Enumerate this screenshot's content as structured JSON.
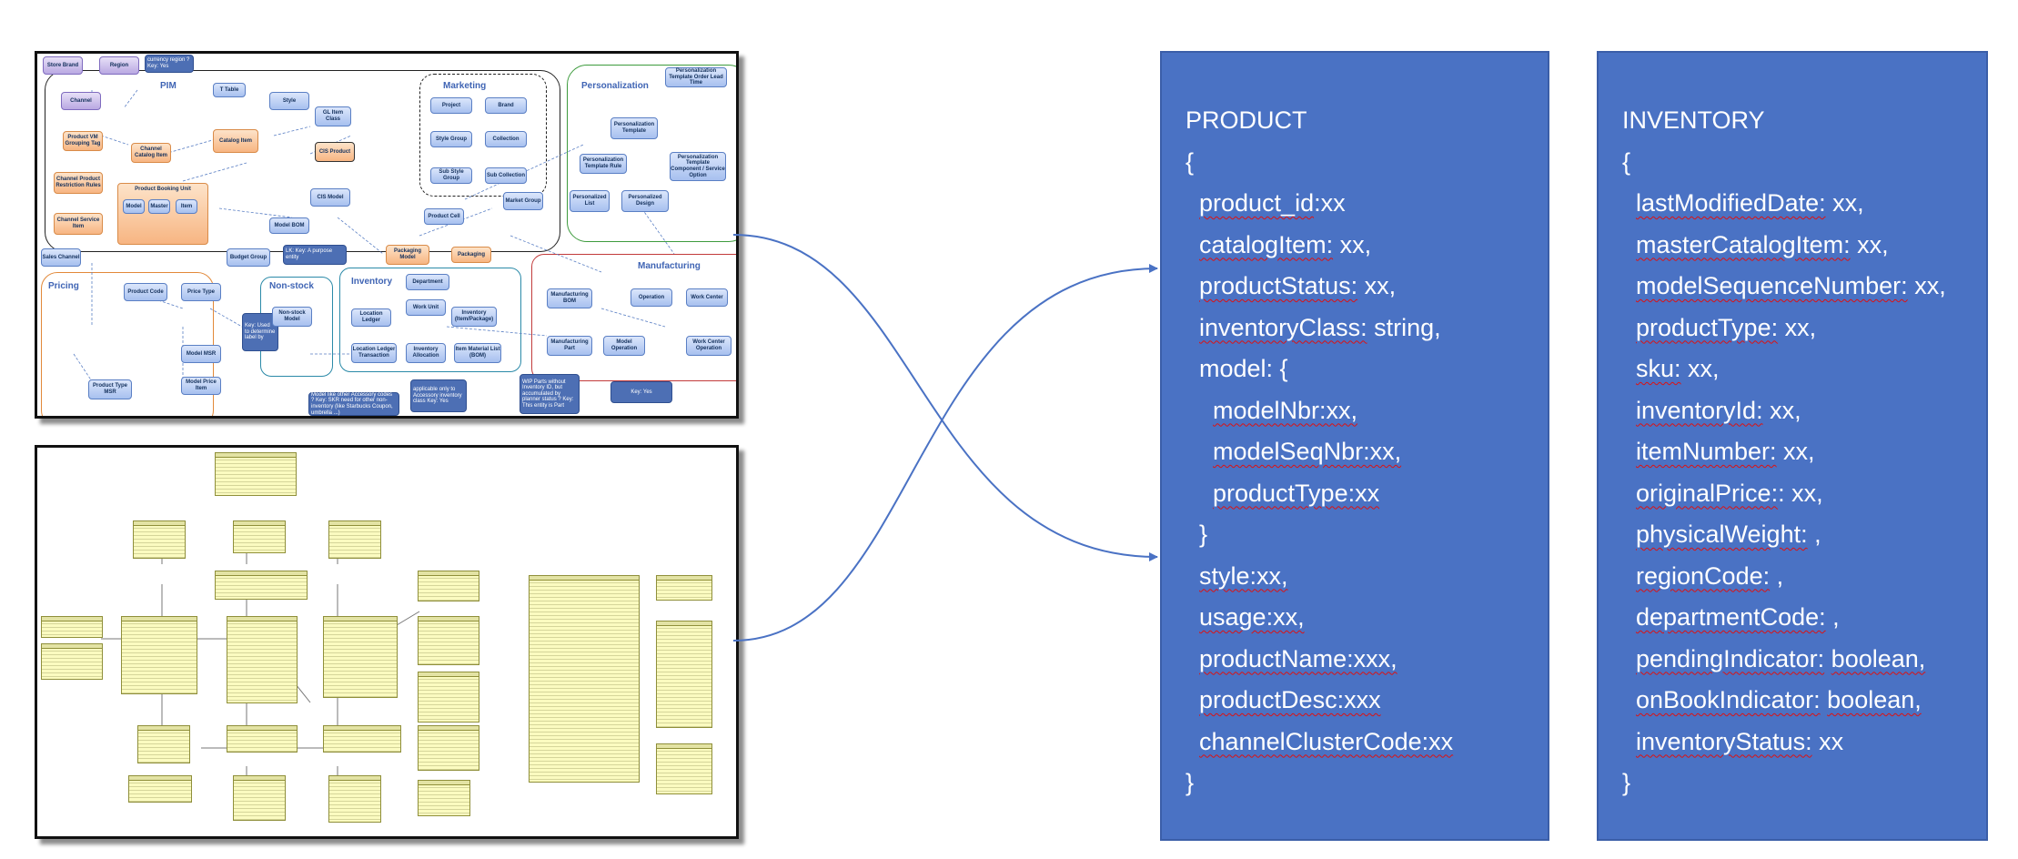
{
  "pim_diagram": {
    "groups": {
      "pim": "PIM",
      "marketing": "Marketing",
      "personalization": "Personalization",
      "pricing": "Pricing",
      "nonstock": "Non-stock",
      "inventory": "Inventory",
      "manufacturing": "Manufacturing"
    },
    "boxes": {
      "store_brand": "Store Brand",
      "region": "Region",
      "channel": "Channel",
      "product_vm": "Product VM Grouping Tag",
      "channel_catalog_item": "Channel Catalog Item",
      "channel_product_rules": "Channel Product Restriction Rules",
      "channel_service_item": "Channel Service Item",
      "product_booking_unit": "Product Booking Unit",
      "model_sub": "Model",
      "master": "Master",
      "sub_item": "Item",
      "t_table": "T Table",
      "style": "Style",
      "catalog_item": "Catalog Item",
      "gl_item_class": "GL Item Class",
      "cis_product": "CIS Product",
      "cis_model": "CIS Model",
      "model_bom": "Model BOM",
      "product_cell": "Product Cell",
      "packaging_model": "Packaging Model",
      "packaging": "Packaging",
      "project": "Project",
      "brand": "Brand",
      "style_group": "Style Group",
      "collection": "Collection",
      "sub_style_group": "Sub Style Group",
      "sub_collection": "Sub Collection",
      "market_group": "Market Group",
      "pers_template_lead": "Personalization Template Order Lead Time",
      "pers_template": "Personalization Template",
      "pers_template_rule": "Personalization Template Rule",
      "pers_component": "Personalization Template Component / Service Option",
      "personalized_list": "Personalized List",
      "personalized_design": "Personalized Design",
      "sales_channel": "Sales Channel",
      "budget_group": "Budget Group",
      "product_code": "Product Code",
      "price_type": "Price Type",
      "model_msr": "Model MSR",
      "model_price_item": "Model Price Item",
      "product_type_msr": "Product Type MSR",
      "nonstock_model": "Non-stock Model",
      "department": "Department",
      "work_unit": "Work Unit",
      "location_ledger": "Location Ledger",
      "inventory_item": "Inventory (Item/Package)",
      "location_ledger_tx": "Location Ledger Transaction",
      "inventory_alloc": "Inventory Allocation",
      "item_material_list": "Item Material List (BOM)",
      "mfg_bom": "Manufacturing BOM",
      "operation": "Operation",
      "work_center": "Work Center",
      "mfg_part": "Manufacturing Part",
      "model_operation": "Model Operation",
      "work_center_operation": "Work Center Operation"
    },
    "notes": {
      "region_note": "currency region ? Key: Yes",
      "lk_note": "LK: Key: A purpose entity",
      "nonstock_note": "Model like other Accessory codes ? Key: SKR need for other non-inventory (like Starbucks Coupon, umbrella ...)",
      "inventory_note": "applicable only to Accessory inventory class Key: Yes",
      "wip_note": "WIP Parts without Inventory ID, but accumulated by planner status ? Key: This entity is Part",
      "mfg_note": "Key: Yes",
      "pricing_note": "Key: Used to determine label by"
    }
  },
  "product_card": {
    "lines": [
      {
        "indent": 0,
        "parts": [
          {
            "t": "PRODUCT"
          }
        ]
      },
      {
        "indent": 0,
        "parts": [
          {
            "t": "{"
          }
        ]
      },
      {
        "indent": 1,
        "parts": [
          {
            "t": "product_id",
            "sq": true
          },
          {
            "t": ":xx"
          }
        ]
      },
      {
        "indent": 1,
        "parts": [
          {
            "t": "catalogItem:",
            "sq": true
          },
          {
            "t": " xx,"
          }
        ]
      },
      {
        "indent": 1,
        "parts": [
          {
            "t": "productStatus:",
            "sq": true
          },
          {
            "t": " xx,"
          }
        ]
      },
      {
        "indent": 1,
        "parts": [
          {
            "t": "inventoryClass:",
            "sq": true
          },
          {
            "t": " string,"
          }
        ]
      },
      {
        "indent": 1,
        "parts": [
          {
            "t": "model: {"
          }
        ]
      },
      {
        "indent": 2,
        "parts": [
          {
            "t": "modelNbr:xx,",
            "sq": true
          }
        ]
      },
      {
        "indent": 2,
        "parts": [
          {
            "t": "modelSeqNbr:xx,",
            "sq": true
          }
        ]
      },
      {
        "indent": 2,
        "parts": [
          {
            "t": "productType:xx",
            "sq": true
          }
        ]
      },
      {
        "indent": 1,
        "parts": [
          {
            "t": "}"
          }
        ]
      },
      {
        "indent": 1,
        "parts": [
          {
            "t": "style:xx,",
            "sq": true
          }
        ]
      },
      {
        "indent": 1,
        "parts": [
          {
            "t": "usage:xx,",
            "sq": true
          }
        ]
      },
      {
        "indent": 1,
        "parts": [
          {
            "t": "productName:xxx,",
            "sq": true
          }
        ]
      },
      {
        "indent": 1,
        "parts": [
          {
            "t": "productDesc:xxx",
            "sq": true
          }
        ]
      },
      {
        "indent": 1,
        "parts": [
          {
            "t": "channelClusterCode:xx",
            "sq": true
          }
        ]
      },
      {
        "indent": 0,
        "parts": [
          {
            "t": "}"
          }
        ]
      }
    ]
  },
  "inventory_card": {
    "lines": [
      {
        "indent": 0,
        "parts": [
          {
            "t": "INVENTORY"
          }
        ]
      },
      {
        "indent": 0,
        "parts": [
          {
            "t": "{"
          }
        ]
      },
      {
        "indent": 1,
        "parts": [
          {
            "t": "lastModifiedDate:",
            "sq": true
          },
          {
            "t": " xx,"
          }
        ]
      },
      {
        "indent": 1,
        "parts": [
          {
            "t": "masterCatalogItem:",
            "sq": true
          },
          {
            "t": " xx,"
          }
        ]
      },
      {
        "indent": 1,
        "parts": [
          {
            "t": "modelSequenceNumber:",
            "sq": true
          },
          {
            "t": " xx,"
          }
        ]
      },
      {
        "indent": 1,
        "parts": [
          {
            "t": "productType:",
            "sq": true
          },
          {
            "t": " xx,"
          }
        ]
      },
      {
        "indent": 1,
        "parts": [
          {
            "t": "sku:",
            "sq": true
          },
          {
            "t": " xx,"
          }
        ]
      },
      {
        "indent": 1,
        "parts": [
          {
            "t": "inventoryId:",
            "sq": true
          },
          {
            "t": " xx,"
          }
        ]
      },
      {
        "indent": 1,
        "parts": [
          {
            "t": "itemNumber:",
            "sq": true
          },
          {
            "t": " xx,"
          }
        ]
      },
      {
        "indent": 1,
        "parts": [
          {
            "t": "originalPrice:",
            "sq": true
          },
          {
            "t": ": xx,"
          }
        ]
      },
      {
        "indent": 1,
        "parts": [
          {
            "t": "physicalWeight:",
            "sq": true
          },
          {
            "t": " ,"
          }
        ]
      },
      {
        "indent": 1,
        "parts": [
          {
            "t": "regionCode:",
            "sq": true
          },
          {
            "t": " ,"
          }
        ]
      },
      {
        "indent": 1,
        "parts": [
          {
            "t": "departmentCode:",
            "sq": true
          },
          {
            "t": " ,"
          }
        ]
      },
      {
        "indent": 1,
        "parts": [
          {
            "t": "pendingIndicator:",
            "sq": true
          },
          {
            "t": " "
          },
          {
            "t": "boolean,",
            "sq": true
          }
        ]
      },
      {
        "indent": 1,
        "parts": [
          {
            "t": "onBookIndicator:",
            "sq": true
          },
          {
            "t": " "
          },
          {
            "t": "boolean,",
            "sq": true
          }
        ]
      },
      {
        "indent": 1,
        "parts": [
          {
            "t": "inventoryStatus:",
            "sq": true
          },
          {
            "t": " xx"
          }
        ]
      },
      {
        "indent": 0,
        "parts": [
          {
            "t": "}"
          }
        ]
      }
    ]
  },
  "colors": {
    "card_bg": "#4a72c4",
    "connector": "#4a72c4",
    "spellcheck": "#dd1111"
  }
}
